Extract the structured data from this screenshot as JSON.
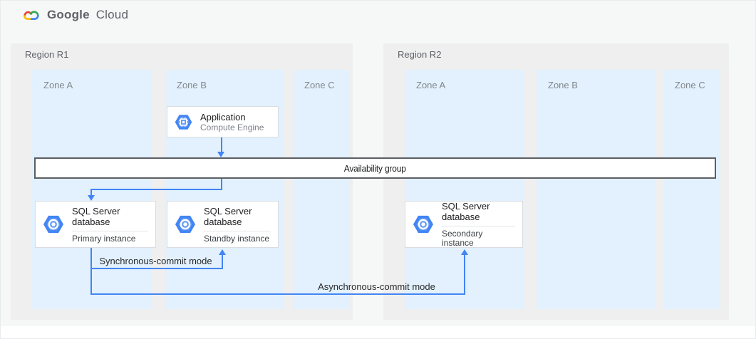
{
  "header": {
    "logo_google": "Google",
    "logo_cloud": "Cloud"
  },
  "regions": [
    {
      "label": "Region R1",
      "zones": [
        {
          "label": "Zone A"
        },
        {
          "label": "Zone B"
        },
        {
          "label": "Zone C"
        }
      ]
    },
    {
      "label": "Region R2",
      "zones": [
        {
          "label": "Zone A"
        },
        {
          "label": "Zone B"
        },
        {
          "label": "Zone C"
        }
      ]
    }
  ],
  "nodes": {
    "application": {
      "title": "Application",
      "subtitle": "Compute Engine",
      "icon": "compute-engine-hexagon-icon"
    },
    "availability_group": {
      "label": "Availability group"
    },
    "primary": {
      "title": "SQL Server database",
      "instance": "Primary instance",
      "icon": "sql-server-hexagon-icon"
    },
    "standby": {
      "title": "SQL Server database",
      "instance": "Standby instance",
      "icon": "sql-server-hexagon-icon"
    },
    "secondary": {
      "title": "SQL Server database",
      "instance": "Secondary instance",
      "icon": "sql-server-hexagon-icon"
    }
  },
  "edges": {
    "sync_label": "Synchronous-commit mode",
    "async_label": "Asynchronous-commit mode"
  },
  "colors": {
    "arrow_blue": "#4285f4",
    "hexagon_blue": "#4285f4",
    "hexagon_light_blue": "#669df6",
    "zone_fill": "#e2f1fd",
    "region_fill": "#efefef",
    "google_red": "#ea4335",
    "google_yellow": "#fbbc04",
    "google_green": "#34a853"
  }
}
